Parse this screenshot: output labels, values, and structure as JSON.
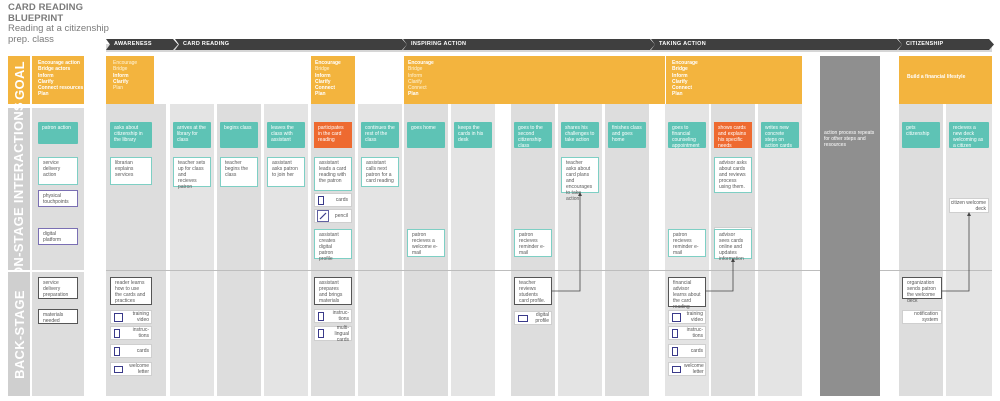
{
  "title": {
    "line1": "CARD READING BLUEPRINT",
    "line2": "Reading at a citizenship",
    "line3": "prep. class"
  },
  "phases": [
    "AWARENESS",
    "CARD READING",
    "INSPIRING ACTION",
    "TAKING ACTION",
    "CITIZENSHIP"
  ],
  "rows": {
    "goal": "GOAL",
    "onstage": "ON-STAGE INTERACTIONS",
    "backstage": "BACK-STAGE"
  },
  "goals": {
    "legend": [
      "Encourage action",
      "Bridge actors",
      "Inform",
      "Clarify",
      "Connect resources",
      "Plan"
    ],
    "c1": [
      "Encourage",
      "Bridge",
      "Inform",
      "Clarify",
      "Plan"
    ],
    "c1_bold": [
      false,
      false,
      true,
      true,
      false
    ],
    "c2": [
      "Encourage",
      "Bridge",
      "Inform",
      "Clarify",
      "Connect",
      "Plan"
    ],
    "c2_bold": [
      true,
      false,
      true,
      true,
      true,
      true
    ],
    "c3": [
      "Encourage",
      "Bridge",
      "Inform",
      "Clarify",
      "Connect",
      "Plan"
    ],
    "c3_bold": [
      true,
      false,
      false,
      false,
      false,
      true
    ],
    "c4": [
      "Encourage",
      "Bridge",
      "Inform",
      "Clarify",
      "Connect",
      "Plan"
    ],
    "c4_bold": [
      true,
      true,
      true,
      true,
      true,
      true
    ],
    "c5": "Build a financial lifestyle"
  },
  "legend": {
    "patron_action": "patron action",
    "service_delivery": "service delivery action",
    "physical": "physical touchpoints",
    "digital": "digital platform",
    "bs_service": "service delivery preparation",
    "materials": "materials needed"
  },
  "patron_actions": [
    "asks about citizenship in the library",
    "arrives at the library for class",
    "begins class",
    "leaves the class with assistant",
    "participates in the card reading",
    "continues the rest of the class",
    "goes home",
    "keeps the cards in his desk",
    "goes to the second citizenship class",
    "shares his challenges to take action",
    "finishes class and goes home",
    "goes to financial counseling appointment",
    "shows cards and explains his specific needs",
    "writes new concrete steps on action cards",
    "gets citizenship",
    "recieves a new deck welcoming as a citizen"
  ],
  "service_actions": [
    "librarian explains services",
    "teacher sets up for class and recieves patron",
    "teacher begins the class",
    "assistant asks patron to join her",
    "assistant leads a card reading with the patron",
    "assistant calls next patron for a card reading",
    "teacher asks about card plans and encourages to take action",
    "advisor asks about cards and reviews process using them."
  ],
  "touchpoints": {
    "cards": "cards",
    "pencil": "pencil",
    "cards2": "cards",
    "deck": "citizen welcome deck"
  },
  "digital_items": [
    "assistant creates digital patron profile",
    "patron recieves a welcome e-mail",
    "patron recieves reminder e-mail",
    "patron recieves reminder e-mail",
    "advisor sees cards online and updates information"
  ],
  "repeat_note": "action process repeats for other steps and resources",
  "backstage": {
    "reader": "reader learns how to use the cards and practices",
    "assistant": "assistant prepares and brings materials",
    "teacher": "teacher reviews students card profile.",
    "financial": "financial advisor learns about the card reading",
    "org": "organization sends patron the welcome deck"
  },
  "materials": {
    "m1": [
      "training video",
      "instruc-tions",
      "cards",
      "welcome letter"
    ],
    "m2": [
      "instruc-tions",
      "multi-lingual cards"
    ],
    "m3": "digital profile",
    "m4": [
      "training video",
      "instruc-tions",
      "cards",
      "welcome letter"
    ],
    "m5": "notification system"
  }
}
